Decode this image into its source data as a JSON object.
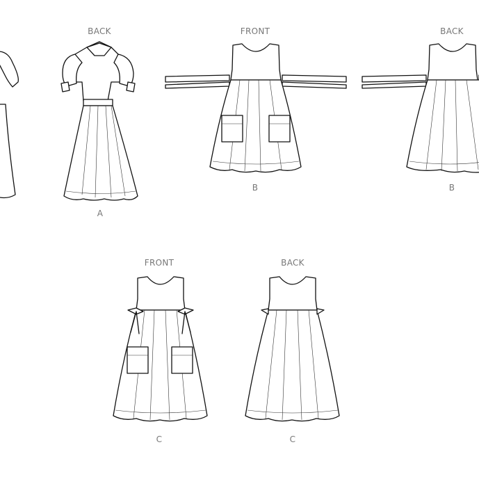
{
  "views": [
    {
      "id": "a-back",
      "label": "BACK",
      "variant": "A"
    },
    {
      "id": "b-front",
      "label": "FRONT",
      "variant": "B"
    },
    {
      "id": "b-back",
      "label": "BACK",
      "variant": "B"
    },
    {
      "id": "c-front",
      "label": "FRONT",
      "variant": "C"
    },
    {
      "id": "c-back",
      "label": "BACK",
      "variant": "C"
    }
  ]
}
